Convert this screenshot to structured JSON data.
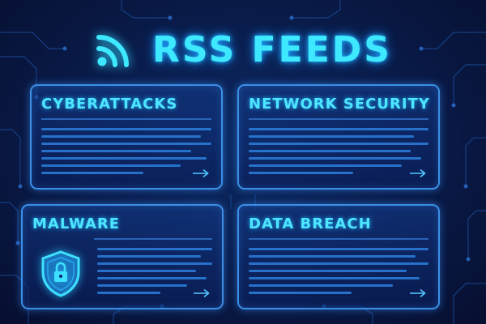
{
  "header": {
    "title": "RSS FEEDS",
    "icon": "rss-icon"
  },
  "colors": {
    "accent": "#3ee8ff",
    "card_border": "#3b8fe6",
    "text_lines": "#2a7ad6",
    "background": "#0a1d4d"
  },
  "feeds": [
    {
      "title": "CYBERATTACKS",
      "icon": "arrow-right-icon"
    },
    {
      "title": "NETWORK SECURITY",
      "icon": "arrow-right-icon"
    },
    {
      "title": "MALWARE",
      "icon": "shield-lock-icon"
    },
    {
      "title": "DATA BREACH",
      "icon": "arrow-right-icon"
    }
  ]
}
